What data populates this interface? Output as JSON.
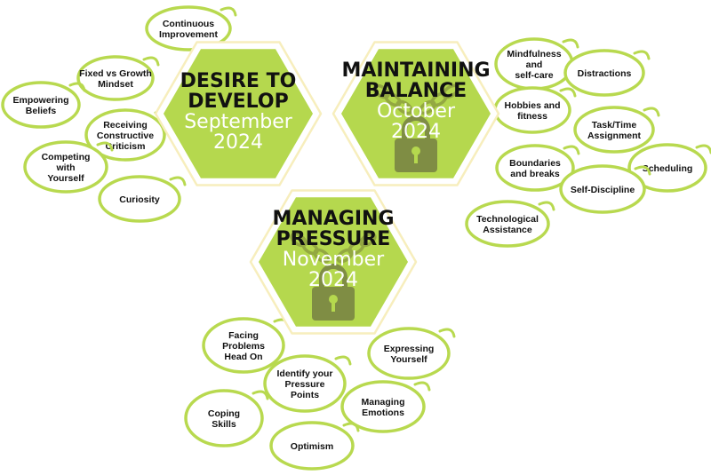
{
  "colors": {
    "hex_fill": "#b5d84e",
    "hex_outline": "#f7eebd",
    "bubble_stroke": "#b8d94f",
    "chain": "#8ea03f",
    "lock": "#7f8d44",
    "title_text": "#111111",
    "date_text": "#ffffff"
  },
  "hexes": [
    {
      "title_lines": [
        "DESIRE TO",
        "DEVELOP"
      ],
      "date_lines": [
        "September",
        "2024"
      ],
      "locked": false
    },
    {
      "title_lines": [
        "MAINTAINING",
        "BALANCE"
      ],
      "date_lines": [
        "October",
        "2024"
      ],
      "locked": true,
      "lock_icon": "padlock-icon",
      "chain_icon": "chain-icon"
    },
    {
      "title_lines": [
        "MANAGING",
        "PRESSURE"
      ],
      "date_lines": [
        "November",
        "2024"
      ],
      "locked": true,
      "lock_icon": "padlock-icon",
      "chain_icon": "chain-icon"
    }
  ],
  "bubbles": {
    "develop": [
      {
        "lines": [
          "Continuous",
          "Improvement"
        ]
      },
      {
        "lines": [
          "Fixed vs Growth",
          "Mindset"
        ]
      },
      {
        "lines": [
          "Empowering",
          "Beliefs"
        ]
      },
      {
        "lines": [
          "Receiving",
          "Constructive",
          "Criticism"
        ]
      },
      {
        "lines": [
          "Competing",
          "with",
          "Yourself"
        ]
      },
      {
        "lines": [
          "Curiosity"
        ]
      }
    ],
    "balance": [
      {
        "lines": [
          "Mindfulness",
          "and",
          "self-care"
        ]
      },
      {
        "lines": [
          "Distractions"
        ]
      },
      {
        "lines": [
          "Hobbies and",
          "fitness"
        ]
      },
      {
        "lines": [
          "Task/Time",
          "Assignment"
        ]
      },
      {
        "lines": [
          "Boundaries",
          "and breaks"
        ]
      },
      {
        "lines": [
          "Scheduling"
        ]
      },
      {
        "lines": [
          "Self-Discipline"
        ]
      },
      {
        "lines": [
          "Technological",
          "Assistance"
        ]
      }
    ],
    "pressure": [
      {
        "lines": [
          "Facing",
          "Problems",
          "Head On"
        ]
      },
      {
        "lines": [
          "Expressing",
          "Yourself"
        ]
      },
      {
        "lines": [
          "Identify your",
          "Pressure",
          "Points"
        ]
      },
      {
        "lines": [
          "Managing",
          "Emotions"
        ]
      },
      {
        "lines": [
          "Coping",
          "Skills"
        ]
      },
      {
        "lines": [
          "Optimism"
        ]
      }
    ]
  }
}
